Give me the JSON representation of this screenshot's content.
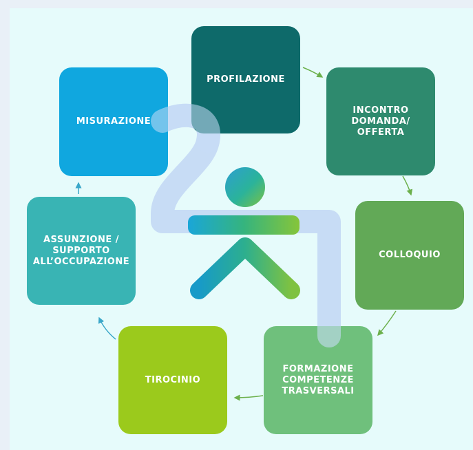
{
  "diagram": {
    "nodes": [
      {
        "id": "profilazione",
        "label": "PROFILAZIONE",
        "color": "#0e6a6a"
      },
      {
        "id": "incontro",
        "label": "INCONTRO\nDOMANDA/\nOFFERTA",
        "color": "#2e8a6e"
      },
      {
        "id": "colloquio",
        "label": "COLLOQUIO",
        "color": "#62a957"
      },
      {
        "id": "formazione",
        "label": "FORMAZIONE\nCOMPETENZE\nTRASVERSALI",
        "color": "#6fc07c"
      },
      {
        "id": "tirocinio",
        "label": "TIROCINIO",
        "color": "#9bca1c"
      },
      {
        "id": "assunzione",
        "label": "ASSUNZIONE /\nSUPPORTO\nALL’OCCUPAZIONE",
        "color": "#39b4b4"
      },
      {
        "id": "misurazione",
        "label": "MISURAZIONE",
        "color": "#10a7df"
      }
    ],
    "edges": [
      {
        "from": "profilazione",
        "to": "incontro"
      },
      {
        "from": "incontro",
        "to": "colloquio"
      },
      {
        "from": "colloquio",
        "to": "formazione"
      },
      {
        "from": "formazione",
        "to": "tirocinio"
      },
      {
        "from": "tirocinio",
        "to": "assunzione"
      },
      {
        "from": "assunzione",
        "to": "misurazione"
      }
    ],
    "center_icon": "person-at-desk-icon"
  }
}
